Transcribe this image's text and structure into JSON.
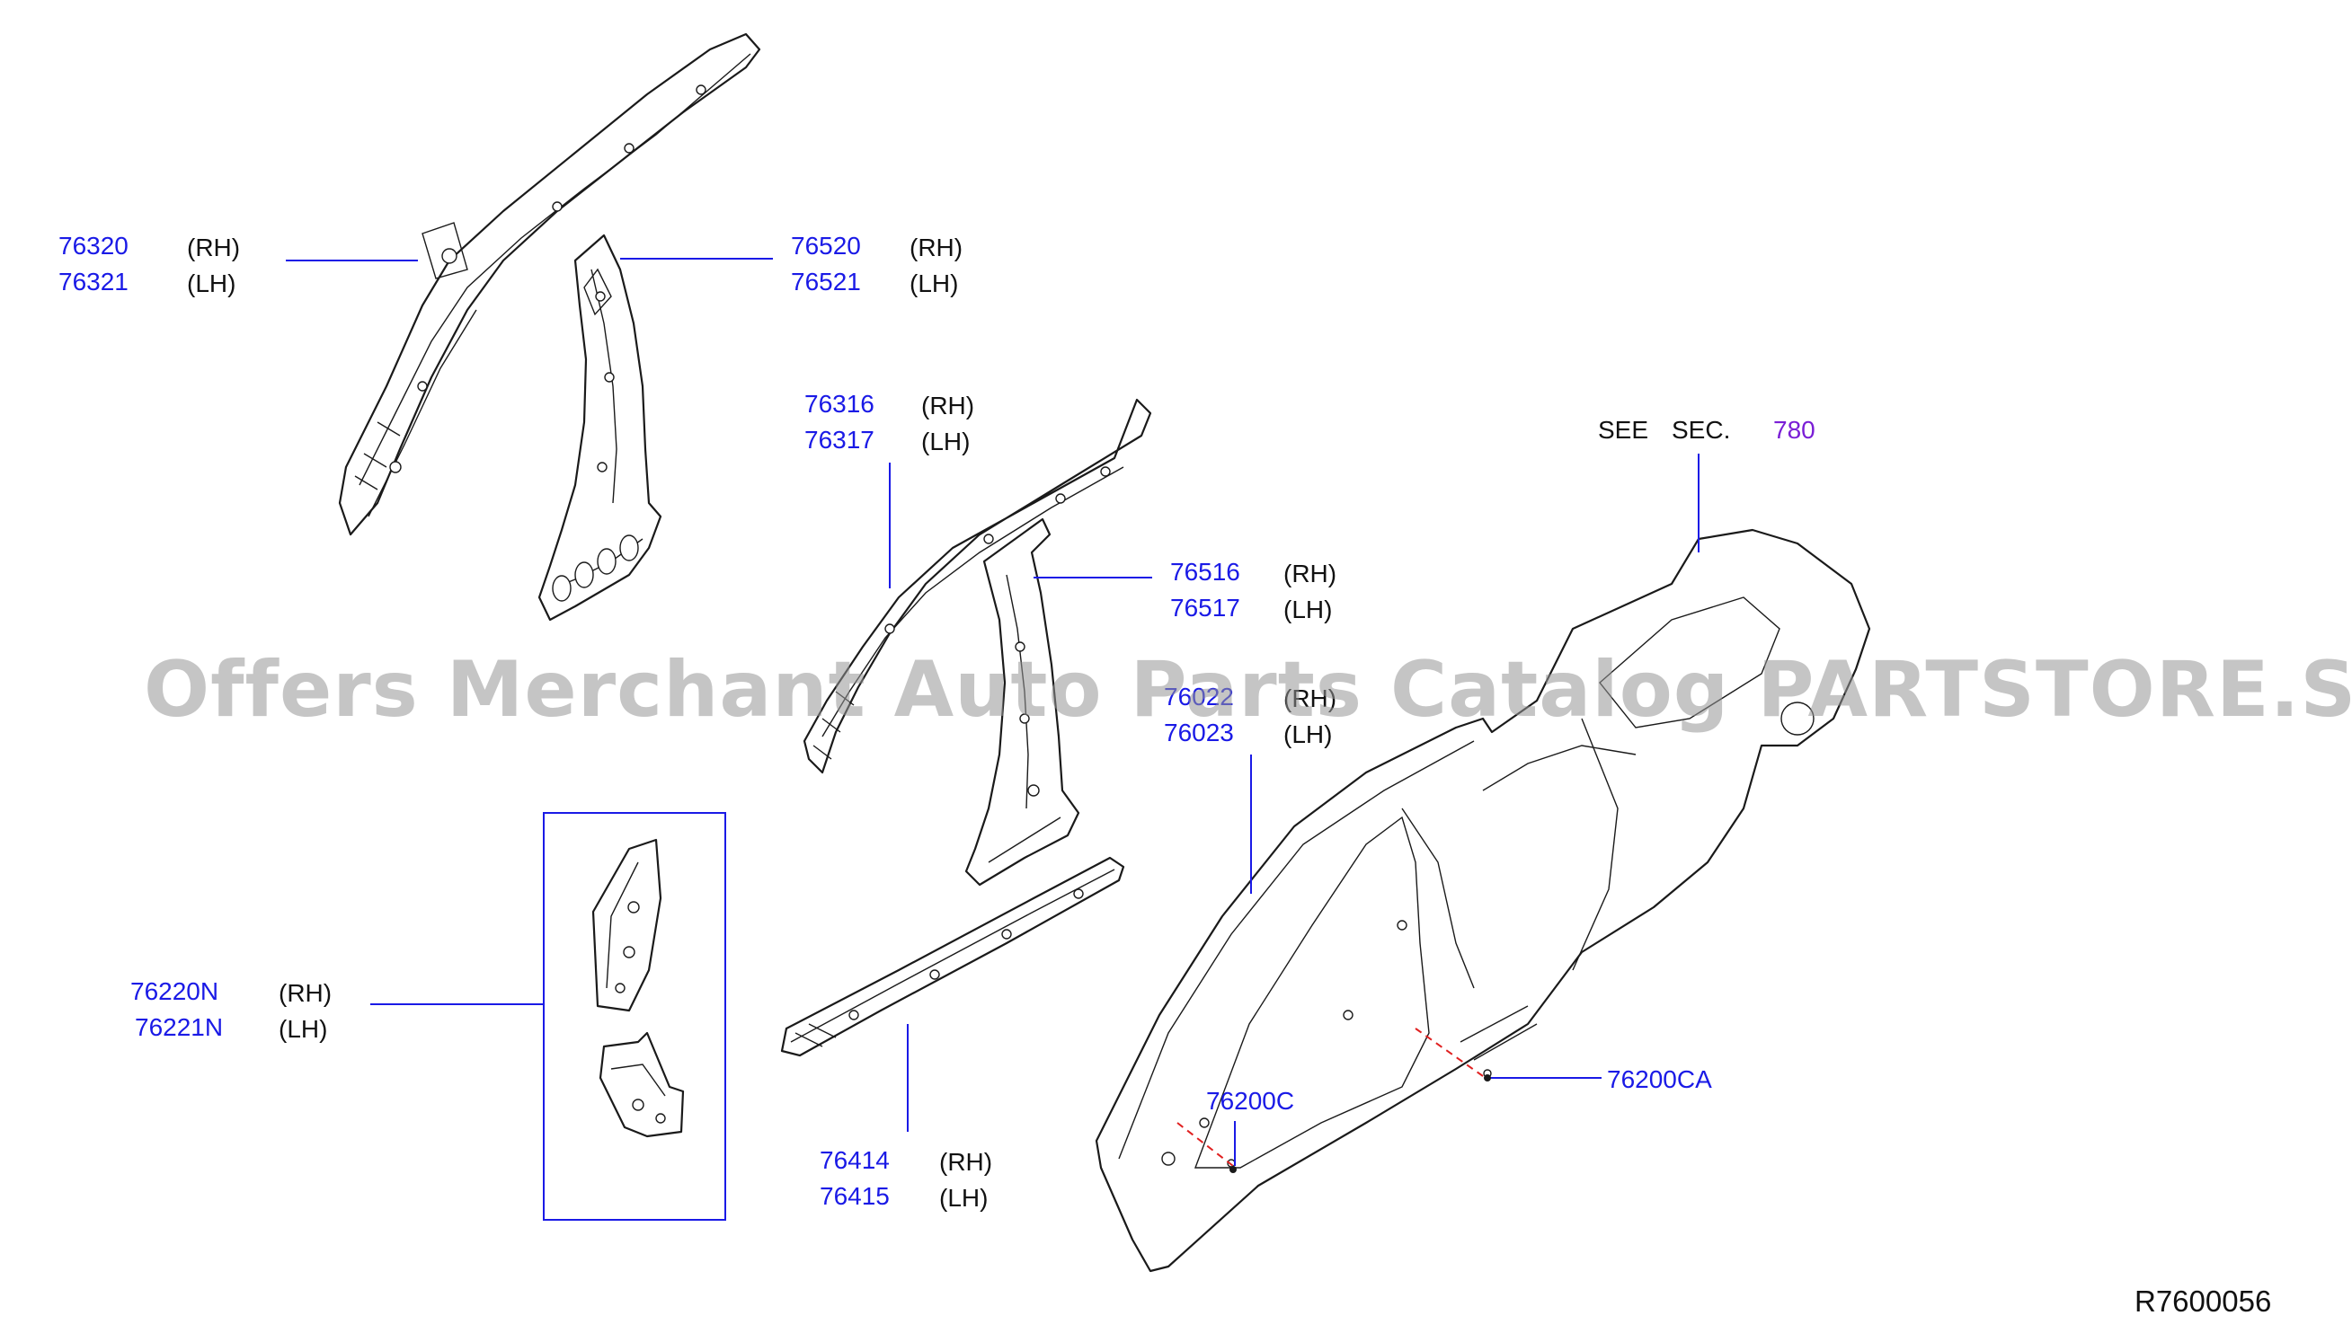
{
  "callouts": [
    {
      "id": "a-pillar-outer",
      "parts": [
        {
          "number": "76320",
          "side": "(RH)"
        },
        {
          "number": "76321",
          "side": "(LH)"
        }
      ]
    },
    {
      "id": "center-pillar-outer",
      "parts": [
        {
          "number": "76520",
          "side": "(RH)"
        },
        {
          "number": "76521",
          "side": "(LH)"
        }
      ]
    },
    {
      "id": "front-pillar-reinf",
      "parts": [
        {
          "number": "76316",
          "side": "(RH)"
        },
        {
          "number": "76317",
          "side": "(LH)"
        }
      ]
    },
    {
      "id": "center-pillar-reinf",
      "parts": [
        {
          "number": "76516",
          "side": "(RH)"
        },
        {
          "number": "76517",
          "side": "(LH)"
        }
      ]
    },
    {
      "id": "body-side-outer",
      "parts": [
        {
          "number": "76022",
          "side": "(RH)"
        },
        {
          "number": "76023",
          "side": "(LH)"
        }
      ]
    },
    {
      "id": "hinge-pillar-brace",
      "parts": [
        {
          "number": "76220N",
          "side": "(RH)"
        },
        {
          "number": "76221N",
          "side": "(LH)"
        }
      ]
    },
    {
      "id": "sill-outer",
      "parts": [
        {
          "number": "76414",
          "side": "(RH)"
        },
        {
          "number": "76415",
          "side": "(LH)"
        }
      ]
    }
  ],
  "fasteners": [
    {
      "number": "76200C"
    },
    {
      "number": "76200CA"
    }
  ],
  "see_section": {
    "prefix": "SEE",
    "sec": "SEC.",
    "number": "780"
  },
  "watermark": "Offers Merchant Auto Parts Catalog PARTSTORE.SA",
  "diagram_code": "R7600056",
  "colors": {
    "part_number": "#1a1ae6",
    "section_link": "#7a1ed6",
    "leader": "#1a1ae6",
    "hidden_line": "#e02020",
    "watermark": "#969696"
  }
}
